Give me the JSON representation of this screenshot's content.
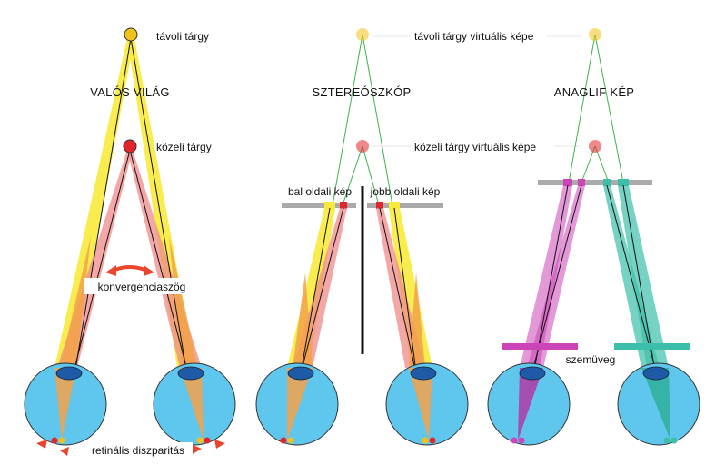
{
  "panels": {
    "real": {
      "title": "VALÓS VILÁG",
      "far_object": "távoli tárgy",
      "near_object": "közeli tárgy",
      "convergence_angle": "konvergenciaszög",
      "retinal_disparity": "retinális diszparitás"
    },
    "stereoscope": {
      "title": "SZTEREÓSZKÓP",
      "far_virtual": "távoli tárgy virtuális képe",
      "near_virtual": "közeli tárgy virtuális képe",
      "left_image": "bal oldali kép",
      "right_image": "jobb oldali kép"
    },
    "anaglyph": {
      "title": "ANAGLIF KÉP",
      "glasses": "szemüveg"
    }
  },
  "colors": {
    "far_object": "#f2c21a",
    "near_object": "#e0262b",
    "yellow_beam": "#f7ea3c",
    "red_beam": "#f08a8a",
    "orange_overlap": "#f2a24a",
    "eye": "#5fc6ee",
    "lens": "#1f5aa6",
    "magenta": "#cc44b8",
    "teal": "#3cbfaa",
    "green_line": "#3bb54a",
    "screen": "#aaaaaa",
    "arrow": "#e8472e"
  }
}
